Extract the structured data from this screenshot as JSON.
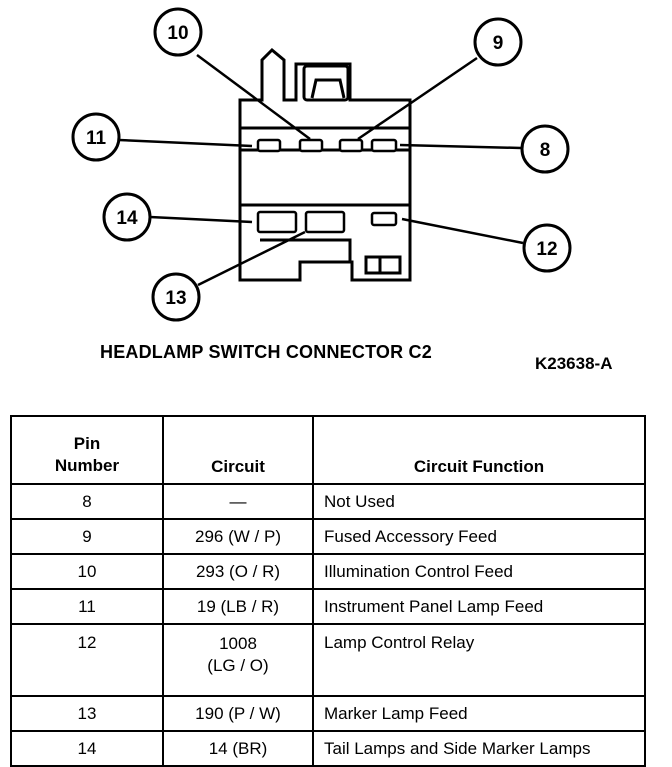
{
  "diagram": {
    "callouts": [
      {
        "id": "c10",
        "label": "10"
      },
      {
        "id": "c9",
        "label": "9"
      },
      {
        "id": "c11",
        "label": "11"
      },
      {
        "id": "c8",
        "label": "8"
      },
      {
        "id": "c14",
        "label": "14"
      },
      {
        "id": "c12",
        "label": "12"
      },
      {
        "id": "c13",
        "label": "13"
      }
    ],
    "caption": "HEADLAMP SWITCH CONNECTOR C2",
    "figure_id": "K23638-A"
  },
  "table": {
    "headers": {
      "pin_line1": "Pin",
      "pin_line2": "Number",
      "circuit": "Circuit",
      "function": "Circuit Function"
    },
    "rows": [
      {
        "pin": "8",
        "circuit": "—",
        "circuit2": "",
        "function": "Not Used"
      },
      {
        "pin": "9",
        "circuit": "296 (W / P)",
        "circuit2": "",
        "function": "Fused Accessory Feed"
      },
      {
        "pin": "10",
        "circuit": "293 (O / R)",
        "circuit2": "",
        "function": "Illumination Control Feed"
      },
      {
        "pin": "11",
        "circuit": "19 (LB / R)",
        "circuit2": "",
        "function": "Instrument Panel Lamp Feed"
      },
      {
        "pin": "12",
        "circuit": "1008",
        "circuit2": "(LG / O)",
        "function": "Lamp Control Relay"
      },
      {
        "pin": "13",
        "circuit": "190 (P / W)",
        "circuit2": "",
        "function": "Marker Lamp Feed"
      },
      {
        "pin": "14",
        "circuit": "14 (BR)",
        "circuit2": "",
        "function": "Tail Lamps and Side Marker Lamps"
      }
    ]
  }
}
